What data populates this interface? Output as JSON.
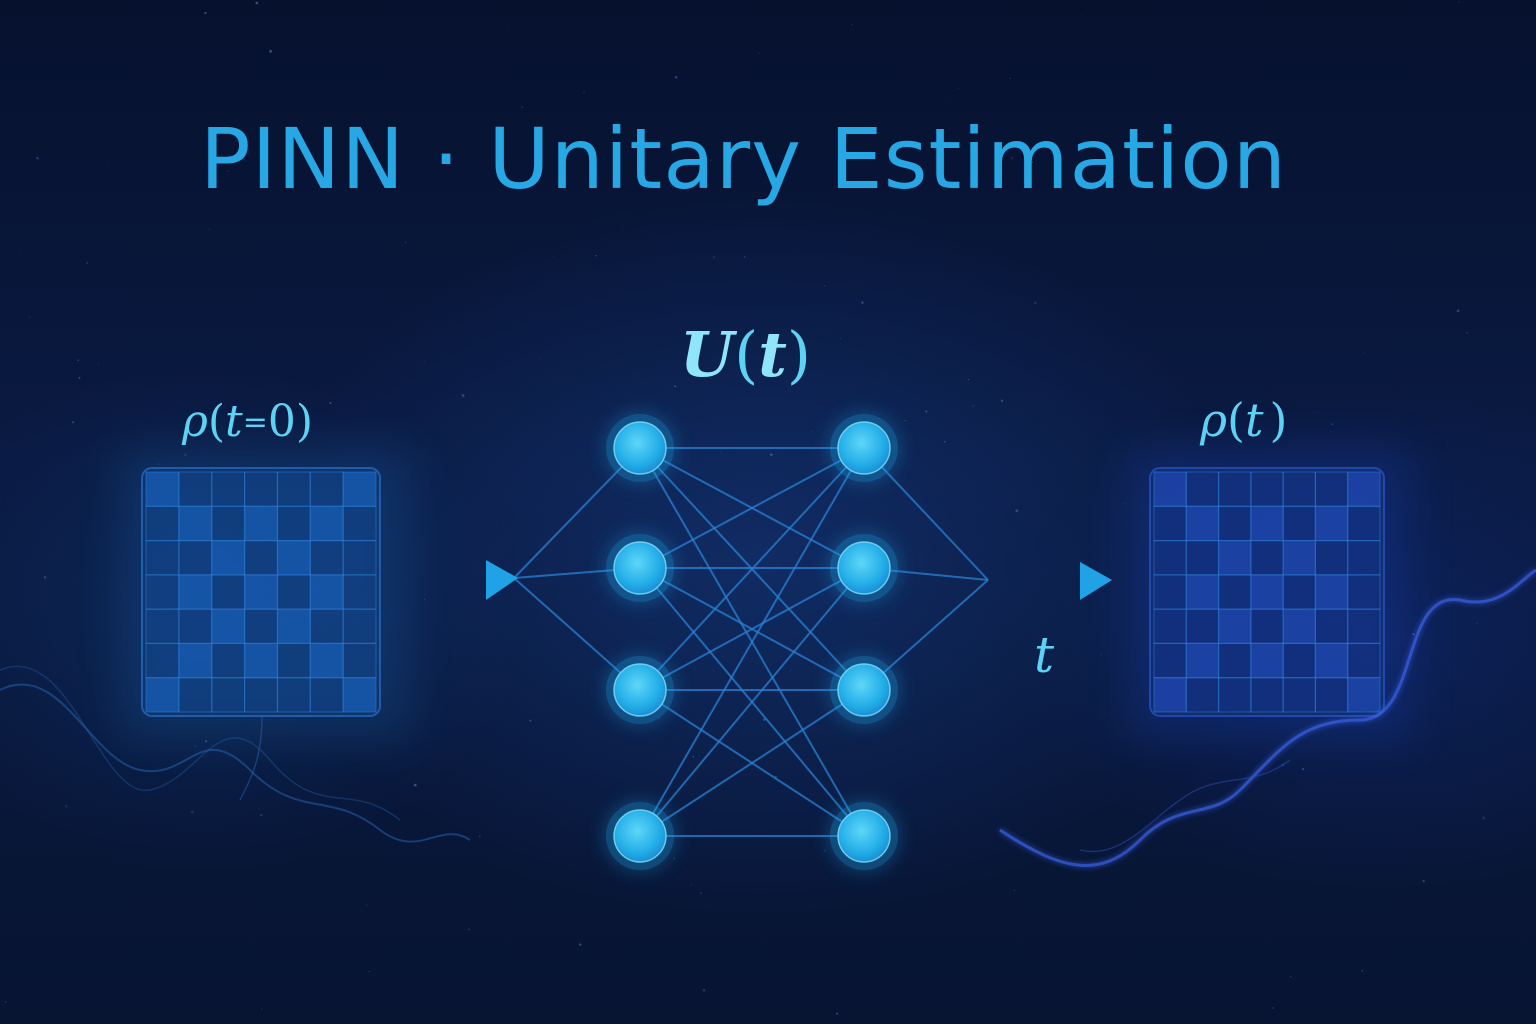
{
  "title": "PINN · Unitary Estimation",
  "labels": {
    "input_state": {
      "symbol": "ρ",
      "open": "(",
      "var": "t",
      "eq": "=",
      "value": "0",
      "close": ")"
    },
    "operator": {
      "symbol": "U",
      "open": "(",
      "var": "t",
      "close": ")"
    },
    "output_state": {
      "symbol": "ρ",
      "open": "(",
      "var": "t",
      "close": ")"
    },
    "time_axis": "t"
  },
  "network": {
    "layers": [
      4,
      4
    ]
  },
  "colors": {
    "background": "#071432",
    "title": "#27a7e4",
    "node": "#2fb8ea",
    "edge": "#2a82d6",
    "arrow": "#1fa2e6"
  }
}
